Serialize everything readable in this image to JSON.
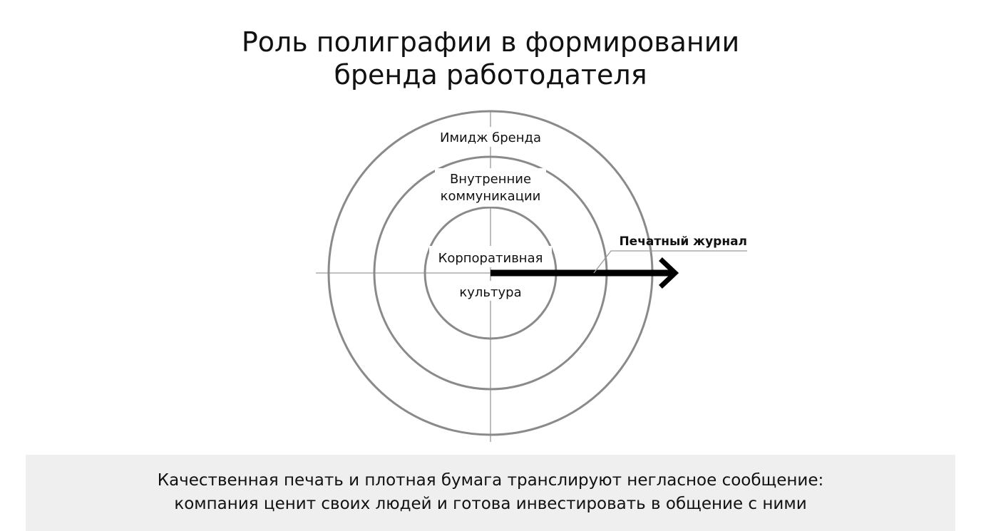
{
  "title": {
    "line1": "Роль полиграфии в формировании",
    "line2": "бренда работодателя"
  },
  "diagram": {
    "rings": {
      "outer": "Имидж бренда",
      "middle_line1": "Внутренние",
      "middle_line2": "коммуникации",
      "inner_line1": "Корпоративная",
      "inner_line2": "культура"
    },
    "arrow_label": "Печатный журнал",
    "colors": {
      "ring": "#8a8a8a",
      "axis": "#9a9a9a",
      "arrow": "#000000"
    }
  },
  "caption": {
    "line1": "Качественная печать и плотная бумага транслируют негласное сообщение:",
    "line2": "компания ценит своих людей и готова инвестировать в общение с ними"
  }
}
